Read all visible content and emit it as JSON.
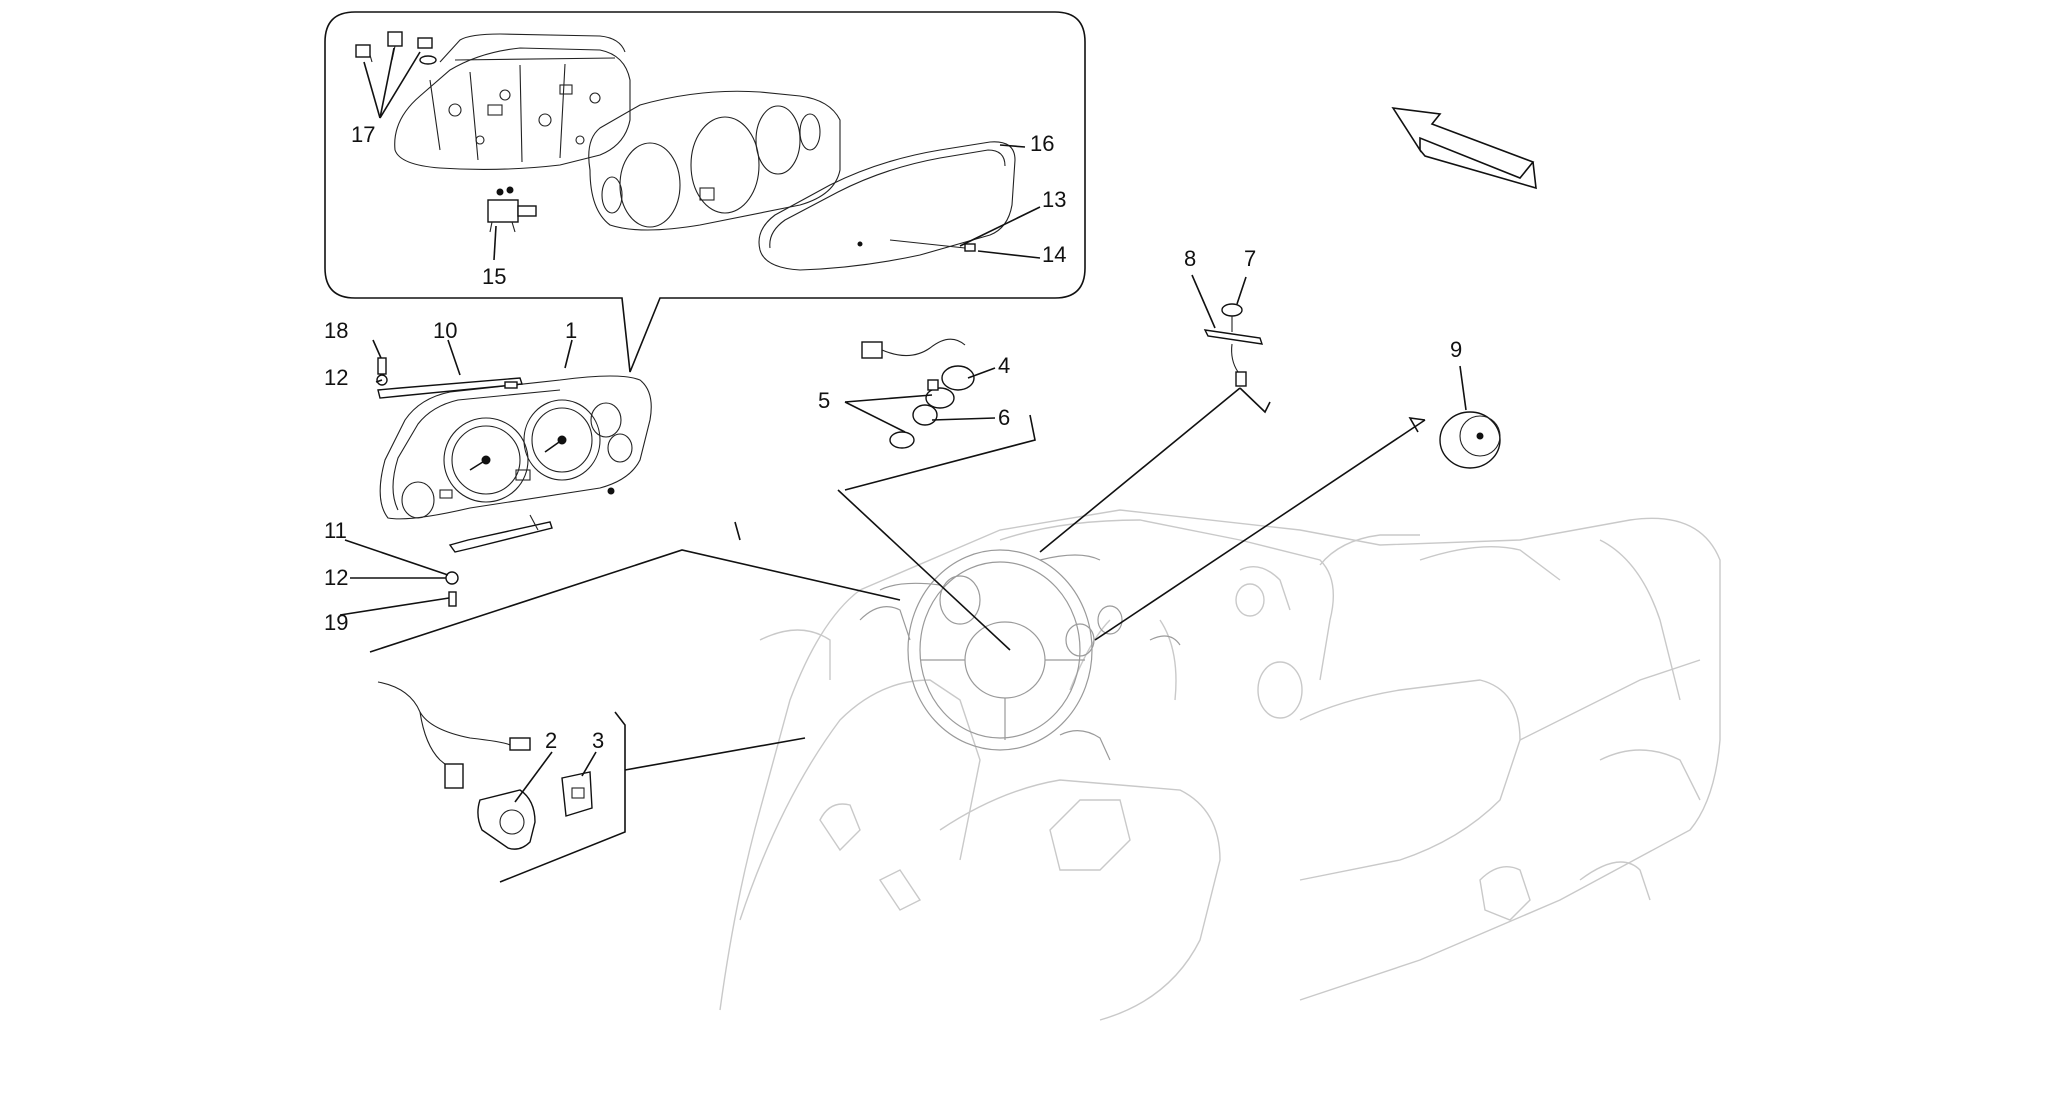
{
  "diagram": {
    "callouts": [
      {
        "id": "c1",
        "text": "1"
      },
      {
        "id": "c2",
        "text": "2"
      },
      {
        "id": "c3",
        "text": "3"
      },
      {
        "id": "c4",
        "text": "4"
      },
      {
        "id": "c5",
        "text": "5"
      },
      {
        "id": "c6",
        "text": "6"
      },
      {
        "id": "c7",
        "text": "7"
      },
      {
        "id": "c8",
        "text": "8"
      },
      {
        "id": "c9",
        "text": "9"
      },
      {
        "id": "c10",
        "text": "10"
      },
      {
        "id": "c11",
        "text": "11"
      },
      {
        "id": "c12a",
        "text": "12"
      },
      {
        "id": "c12b",
        "text": "12"
      },
      {
        "id": "c13",
        "text": "13"
      },
      {
        "id": "c14",
        "text": "14"
      },
      {
        "id": "c15",
        "text": "15"
      },
      {
        "id": "c16",
        "text": "16"
      },
      {
        "id": "c17",
        "text": "17"
      },
      {
        "id": "c18",
        "text": "18"
      },
      {
        "id": "c19",
        "text": "19"
      }
    ],
    "direction_arrow": "front-direction-arrow-icon"
  }
}
